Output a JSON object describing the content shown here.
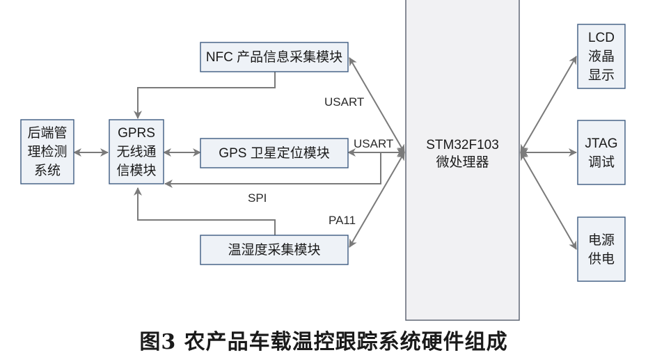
{
  "boxes": {
    "backend": [
      "后端管",
      "理检测",
      "系统"
    ],
    "gprs": [
      "GPRS",
      "无线通",
      "信模块"
    ],
    "nfc": [
      "NFC 产品信息采集模块"
    ],
    "gps": [
      "GPS 卫星定位模块"
    ],
    "temp": [
      "温湿度采集模块"
    ],
    "mcu": [
      "STM32F103",
      "微处理器"
    ],
    "lcd": [
      "LCD",
      "液晶",
      "显示"
    ],
    "jtag": [
      "JTAG",
      "调试"
    ],
    "power": [
      "电源",
      "供电"
    ]
  },
  "labels": {
    "usart_nfc": "USART",
    "usart_gps": "USART",
    "spi": "SPI",
    "pa11": "PA11"
  },
  "caption": "图3  农产品车载温控跟踪系统硬件组成",
  "colors": {
    "box_fill": "#eef2f7",
    "box_border": "#3d5a80",
    "line": "#7a7a7a"
  }
}
